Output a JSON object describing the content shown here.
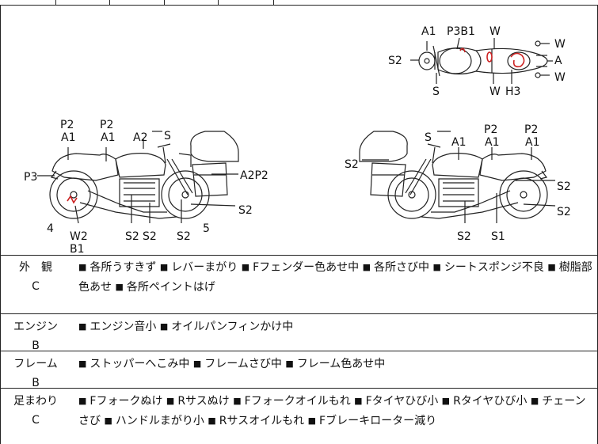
{
  "diagram": {
    "top_view_labels": [
      "A1",
      "P3B1",
      "W",
      "S2",
      "W",
      "A",
      "S",
      "W",
      "H3",
      "W"
    ],
    "left_side_labels": [
      "P2",
      "A1",
      "P2",
      "A1",
      "A2",
      "S",
      "P3",
      "A2P2",
      "S2",
      "4",
      "W2",
      "B1",
      "S2",
      "S2",
      "S2",
      "5"
    ],
    "right_side_labels": [
      "S",
      "A1",
      "P2",
      "A1",
      "P2",
      "A1",
      "S2",
      "S2",
      "S2",
      "S2",
      "S1"
    ]
  },
  "sections": [
    {
      "name": "外　観",
      "grade": "C",
      "items": [
        "各所うすきず",
        "レバーまがり",
        "Fフェンダー色あせ中",
        "各所さび中",
        "シートスポンジ不良",
        "樹脂部色あせ",
        "各所ペイントはげ"
      ]
    },
    {
      "name": "エンジン",
      "grade": "B",
      "items": [
        "エンジン音小",
        "オイルパンフィンかけ中"
      ]
    },
    {
      "name": "フレーム",
      "grade": "B",
      "items": [
        "ストッパーへこみ中",
        "フレームさび中",
        "フレーム色あせ中"
      ]
    },
    {
      "name": "足まわり",
      "grade": "C",
      "items": [
        "Fフォークぬけ",
        "Rサスぬけ",
        "Fフォークオイルもれ",
        "Fタイヤひび小",
        "Rタイヤひび小",
        "チェーンさび",
        "ハンドルまがり小",
        "Rサスオイルもれ",
        "Fブレーキローター減り"
      ]
    }
  ],
  "colors": {
    "damage_mark": "#cc2222",
    "line": "#222222"
  }
}
